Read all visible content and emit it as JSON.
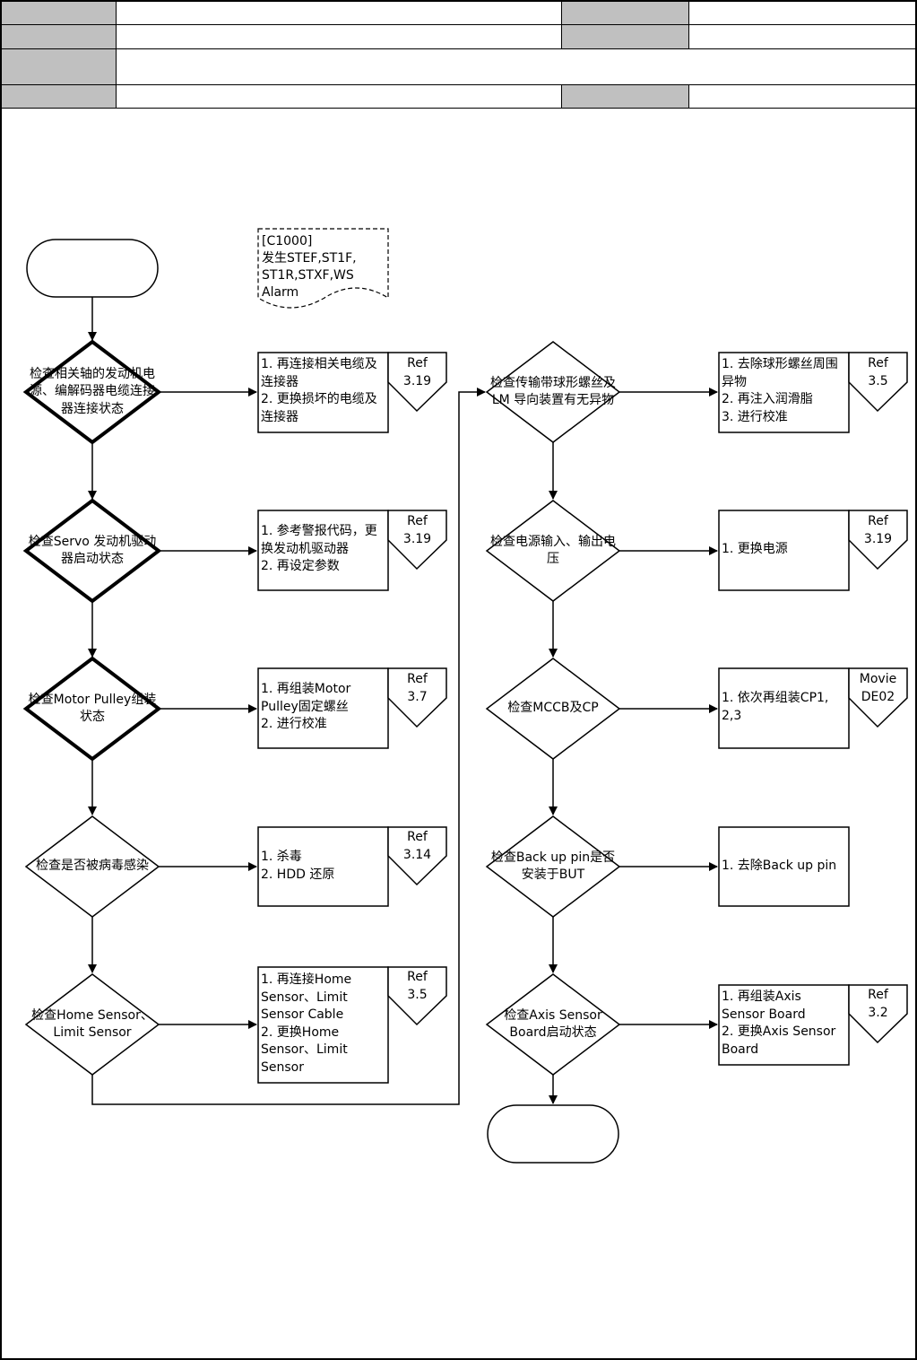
{
  "header_table": {
    "row1": {
      "label_a": "",
      "value_a": "",
      "label_b": "",
      "value_b": ""
    },
    "row2": {
      "label_a": "",
      "value_a": "",
      "label_b": "",
      "value_b": ""
    },
    "row3": {
      "label_a": "",
      "value_a": ""
    },
    "row4": {
      "label_a": "",
      "value_a": "",
      "label_b": "",
      "value_b": ""
    }
  },
  "note": "[C1000]\n发生STEF,ST1F,\nST1R,STXF,WS\nAlarm",
  "terminals": {
    "start": "",
    "end": ""
  },
  "left_column": [
    {
      "check": "检查相关轴的发动机电源、编解码器电缆连接器连接状态",
      "action": "1. 再连接相关电缆及连接器\n2. 更换损坏的电缆及连接器",
      "ref": "Ref\n3.19"
    },
    {
      "check": "检查Servo 发动机驱动器启动状态",
      "action": "1. 参考警报代码，更换发动机驱动器\n2. 再设定参数",
      "ref": "Ref\n3.19"
    },
    {
      "check": "检查Motor Pulley组装状态",
      "action": "1. 再组装Motor Pulley固定螺丝\n2. 进行校准",
      "ref": "Ref\n3.7"
    },
    {
      "check": "检查是否被病毒感染",
      "action": "1. 杀毒\n2. HDD 还原",
      "ref": "Ref\n3.14"
    },
    {
      "check": "检查Home Sensor、Limit Sensor",
      "action": "1. 再连接Home Sensor、Limit Sensor Cable\n2. 更换Home Sensor、Limit Sensor",
      "ref": "Ref\n3.5"
    }
  ],
  "right_column": [
    {
      "check": "检查传输带球形螺丝及LM 导向装置有无异物",
      "action": "1. 去除球形螺丝周围异物\n2. 再注入润滑脂\n3. 进行校准",
      "ref": "Ref\n3.5"
    },
    {
      "check": "检查电源输入、输出电压",
      "action": "1. 更换电源",
      "ref": "Ref\n3.19"
    },
    {
      "check": "检查MCCB及CP",
      "action": "1. 依次再组装CP1, 2,3",
      "ref": "Movie\nDE02"
    },
    {
      "check": "检查Back up pin是否安装于BUT",
      "action": "1. 去除Back up pin",
      "ref": ""
    },
    {
      "check": "检查Axis Sensor Board启动状态",
      "action": "1. 再组装Axis Sensor Board\n2. 更换Axis Sensor Board",
      "ref": "Ref\n3.2"
    }
  ],
  "colors": {
    "line": "#000000",
    "header_label_fill": "#c0c0c0",
    "background": "#ffffff"
  }
}
